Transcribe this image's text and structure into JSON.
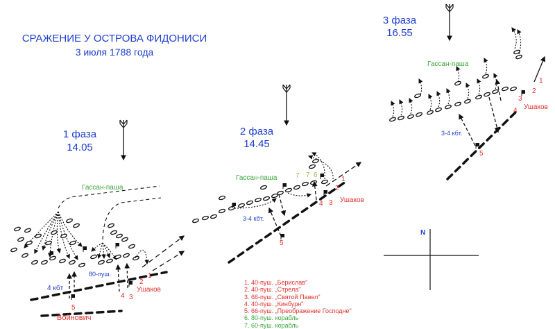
{
  "title": {
    "line1": "СРАЖЕНИЕ У ОСТРОВА ФИДОНИСИ",
    "line2": "3 июля 1788 года"
  },
  "phases": [
    {
      "name": "1 фаза",
      "time": "14.05"
    },
    {
      "name": "2 фаза",
      "time": "14.45"
    },
    {
      "name": "3 фаза",
      "time": "16.55"
    }
  ],
  "labels": {
    "turkish_commander": "Гассан-паша",
    "russian_commander": "Ушаков",
    "voinovich": "Войнович",
    "gun80": "80-пуш.",
    "distance1": "4 кбт",
    "distance2": "3-4 кбт.",
    "distance3": "3-4 кбт.",
    "phase2_turkish_ships": [
      "7",
      "7",
      "6"
    ],
    "ship_numbers": [
      "1",
      "2",
      "3",
      "4",
      "5"
    ]
  },
  "legend": [
    {
      "text": "1. 40-пуш. „Берислав\"",
      "color": "#e0302c"
    },
    {
      "text": "2. 40-пуш. „Стрела\"",
      "color": "#e0302c"
    },
    {
      "text": "3. 66-пуш. „Святой Павел\"",
      "color": "#e0302c"
    },
    {
      "text": "4. 40-пуш. „Кинбурн\"",
      "color": "#e0302c"
    },
    {
      "text": "5. 66-пуш. „Преображение Господне\"",
      "color": "#e0302c"
    },
    {
      "text": "6. 80-пуш. корабль",
      "color": "#3aa63a"
    },
    {
      "text": "7. 60-пуш. корабль",
      "color": "#3aa63a"
    }
  ],
  "compass": {
    "north": "N"
  },
  "colors": {
    "title": "#1f3fd0",
    "turkish": "#3aa63a",
    "russian": "#e0302c",
    "distance": "#1f3fd0"
  },
  "icons": [
    "wind-arrow-icon",
    "compass-rose-icon"
  ]
}
